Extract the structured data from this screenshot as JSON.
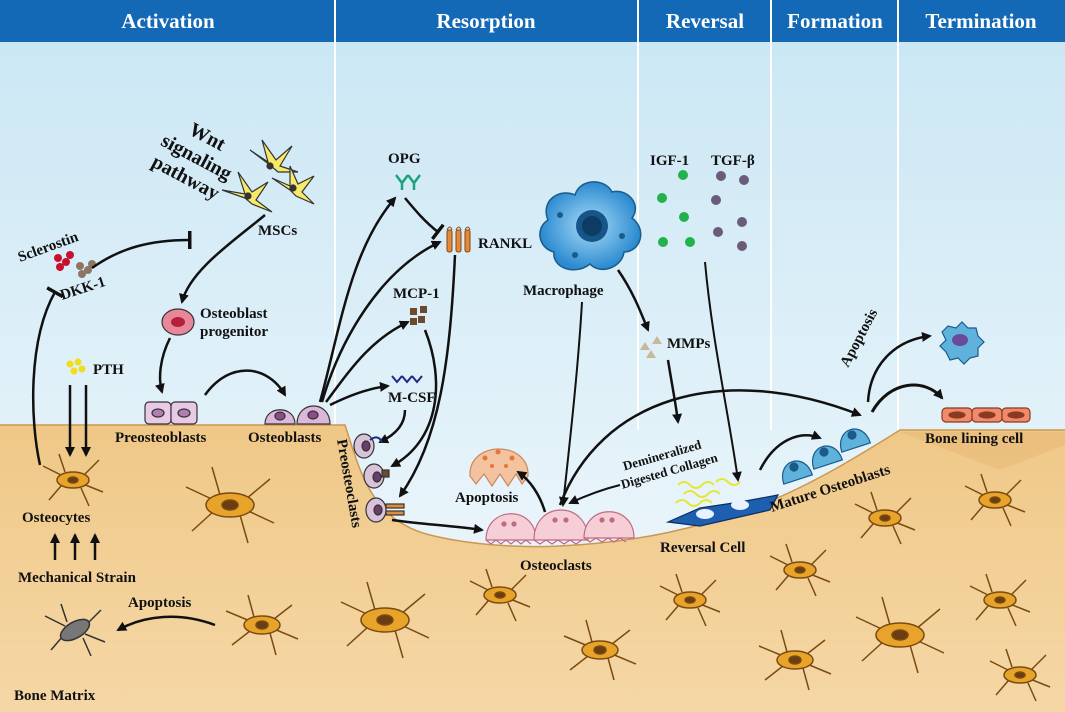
{
  "colors": {
    "header": "#1369b5",
    "sky_top": "#d8eef8",
    "bone": "#f2cd93",
    "bone_dark": "#e4b26d",
    "osteocyte": "#e8a32a",
    "arrow": "#111111"
  },
  "phases": [
    "Activation",
    "Resorption",
    "Reversal",
    "Formation",
    "Termination"
  ],
  "labels": {
    "wnt_line1": "Wnt",
    "wnt_line2": "signaling",
    "wnt_line3": "pathway",
    "mscs": "MSCs",
    "sclerostin": "Sclerostin",
    "dkk1": "DKK-1",
    "osteoblast_progenitor_line1": "Osteoblast",
    "osteoblast_progenitor_line2": "progenitor",
    "pth": "PTH",
    "preosteoblasts": "Preosteoblasts",
    "osteoblasts": "Osteoblasts",
    "osteocytes": "Osteocytes",
    "mechanical_strain": "Mechanical Strain",
    "apoptosis_left": "Apoptosis",
    "bone_matrix": "Bone Matrix",
    "opg": "OPG",
    "rankl": "RANKL",
    "mcp1": "MCP-1",
    "mcsf": "M-CSF",
    "preosteoclasts": "Preosteoclasts",
    "apoptosis_mid": "Apoptosis",
    "macrophage": "Macrophage",
    "osteoclasts": "Osteoclasts",
    "igf1": "IGF-1",
    "tgfb": "TGF-β",
    "mmps": "MMPs",
    "demineralized_line1": "Demineralized",
    "demineralized_line2": "Digested Collagen",
    "reversal_cell": "Reversal Cell",
    "mature_osteoblasts": "Mature Osteoblasts",
    "apoptosis_right": "Apoptosis",
    "bone_lining_cell": "Bone lining cell"
  },
  "icons": [
    "msc-icon",
    "osteocyte-icon",
    "macrophage-icon",
    "osteoclast-icon",
    "opg-icon",
    "rankl-icon",
    "growth-factor-dot-icon"
  ]
}
